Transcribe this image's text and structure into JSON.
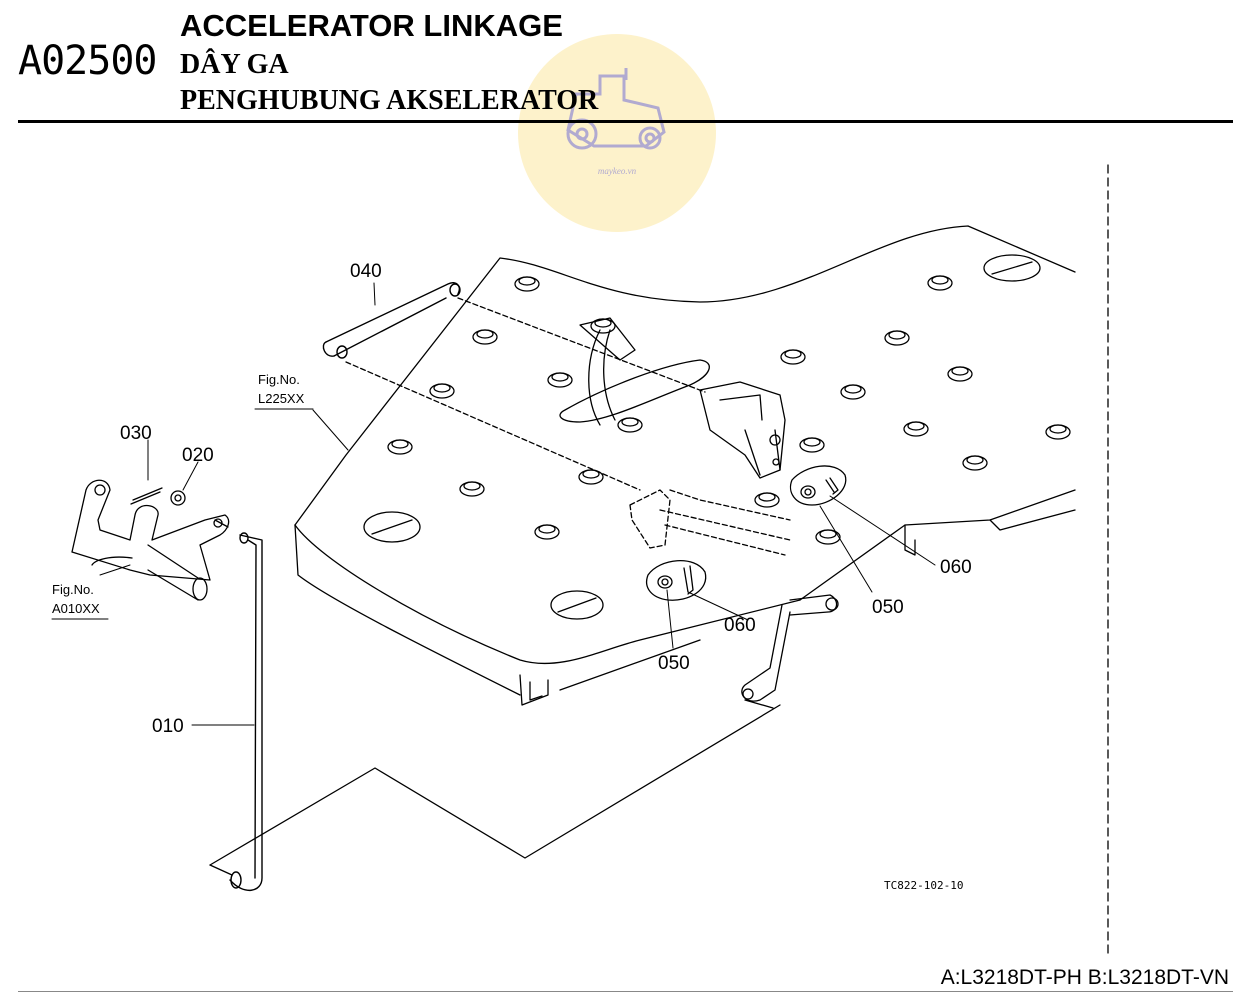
{
  "header": {
    "code": "A02500",
    "title_en": "ACCELERATOR LINKAGE",
    "title_vi": "DÂY GA",
    "title_id": "PENGHUBUNG AKSELERATOR"
  },
  "watermark": {
    "text": "maykeo.vn"
  },
  "callouts": {
    "p010": "010",
    "p020": "020",
    "p030": "030",
    "p040": "040",
    "p050a": "050",
    "p050b": "050",
    "p060a": "060",
    "p060b": "060"
  },
  "refs": {
    "fig_label": "Fig.No.",
    "fig_l225": "L225XX",
    "fig_label2": "Fig.No.",
    "fig_a010": "A010XX"
  },
  "drawing_code": "TC822-102-10",
  "footer": {
    "models": "A:L3218DT-PH B:L3218DT-VN"
  }
}
